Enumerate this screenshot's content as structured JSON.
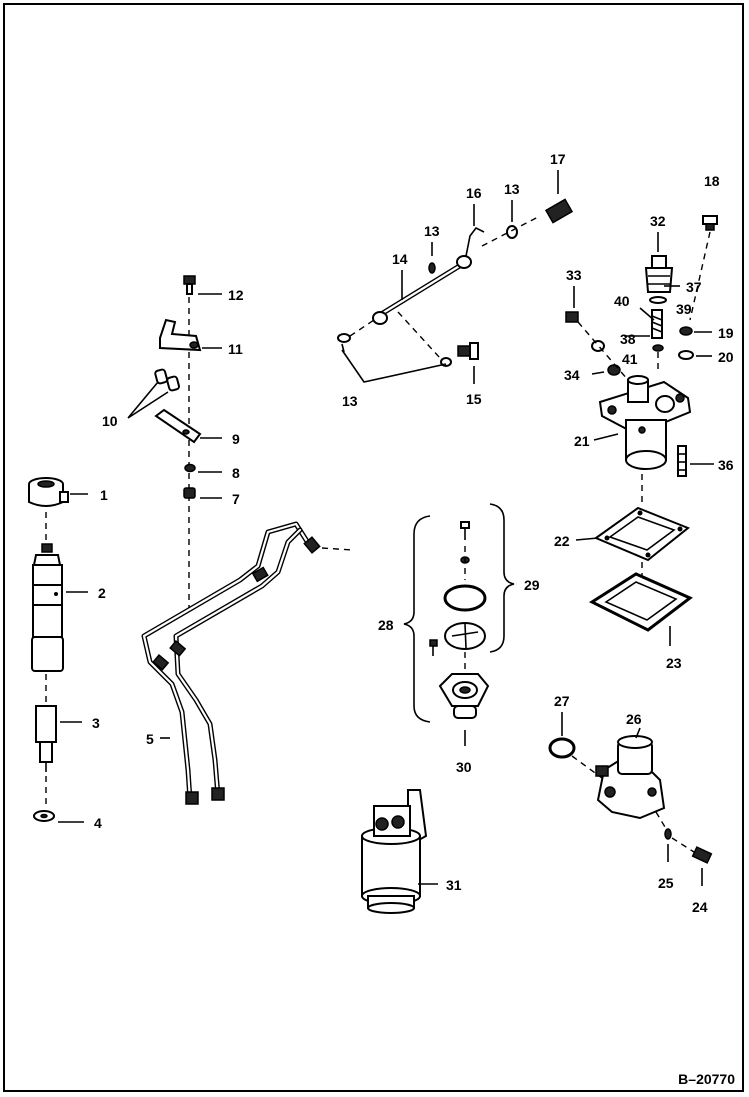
{
  "drawing_ref": "B–20770",
  "callouts": {
    "c1": "1",
    "c2": "2",
    "c3": "3",
    "c4": "4",
    "c5": "5",
    "c7": "7",
    "c8": "8",
    "c9": "9",
    "c10": "10",
    "c11": "11",
    "c12": "12",
    "c13a": "13",
    "c13b": "13",
    "c13c": "13",
    "c14": "14",
    "c15": "15",
    "c16": "16",
    "c17": "17",
    "c18": "18",
    "c19": "19",
    "c20": "20",
    "c21": "21",
    "c22": "22",
    "c23": "23",
    "c24": "24",
    "c25": "25",
    "c26": "26",
    "c27": "27",
    "c28": "28",
    "c29": "29",
    "c30": "30",
    "c31": "31",
    "c32": "32",
    "c33": "33",
    "c34": "34",
    "c36": "36",
    "c37": "37",
    "c38": "38",
    "c39": "39",
    "c40": "40",
    "c41": "41"
  }
}
